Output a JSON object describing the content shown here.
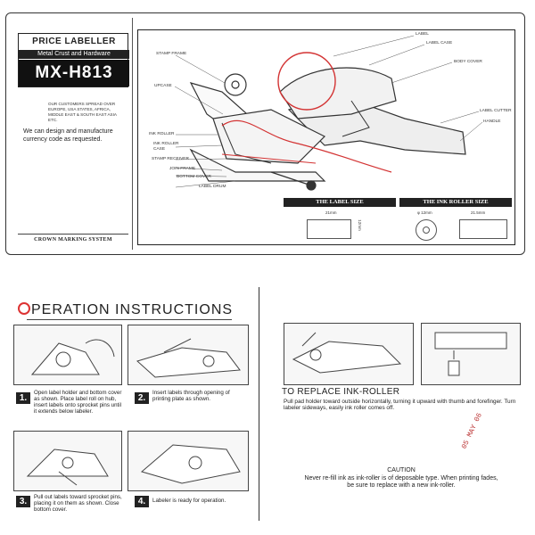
{
  "header": {
    "title": "PRICE LABELLER",
    "subtitle": "Metal Crust and Hardware",
    "model": "MX-H813"
  },
  "spec_text": "Our customers spread over Europe, USA States, Africa, Middle East & South East Asia etc.",
  "custom_text": "We can design and manufacture currency code as requested.",
  "brand": "CROWN MARKING SYSTEM",
  "callouts": {
    "label": "LABEL",
    "label_case": "LABEL CASE",
    "body_cover": "BODY COVER",
    "label_cutter": "LABEL CUTTER",
    "handle": "HANDLE",
    "stamp_frame": "STAMP FRAME",
    "upcase": "UPCASE",
    "ink_roller": "INK ROLLER",
    "ink_roller_case": "INK ROLLER CASE",
    "stamp_receiver": "STAMP RECEIVER",
    "join_frame": "JOIN FRAME",
    "bottom_cover": "BOTTOM COVER",
    "label_drum": "LABEL DRUM"
  },
  "sizes": {
    "label_header": "THE LABEL SIZE",
    "ink_header": "THE INK ROLLER SIZE",
    "label_width": "21mm",
    "label_height": "12mm",
    "roller_diameter": "φ 12mm",
    "roller_width": "21.5mm"
  },
  "operation": {
    "title_rest": "PERATION  INSTRUCTIONS",
    "steps": [
      {
        "num": "1.",
        "text": "Open label holder and bottom cover as shown. Place label roll on hub, insert labels onto sprocket pins until it extends below labeler."
      },
      {
        "num": "2.",
        "text": "Insert labels through opening of printing plate as shown."
      },
      {
        "num": "3.",
        "text": "Pull out labels toward sprocket pins, placing it on them as shown. Close bottom cover."
      },
      {
        "num": "4.",
        "text": "Labeler is ready for operation."
      }
    ]
  },
  "replace": {
    "title": "TO REPLACE INK-ROLLER",
    "text": "Pull pad holder toward outside horizontally, turning it upward with thumb and forefinger. Turn labeler sideways, easily ink roller comes off."
  },
  "caution": {
    "title": "CAUTION",
    "text": "Never re-fill ink as ink-roller is of deposable type. When printing fades, be sure to replace with a new ink-roller."
  },
  "stamp_mark": "05 MAY 06",
  "colors": {
    "accent_red": "#d33333",
    "ink": "#222222"
  }
}
